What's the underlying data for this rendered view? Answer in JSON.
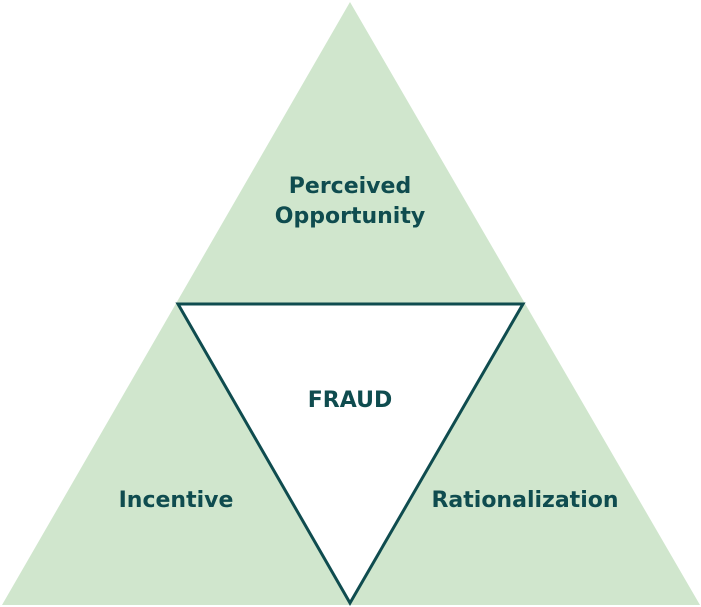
{
  "diagram": {
    "top_label_line1": "Perceived",
    "top_label_line2": "Opportunity",
    "center_label": "FRAUD",
    "left_label": "Incentive",
    "right_label": "Rationalization"
  },
  "colors": {
    "fill": "#d0e6cd",
    "center_fill": "#ffffff",
    "outline": "#0f4c4f",
    "text": "#0f4c4f"
  }
}
